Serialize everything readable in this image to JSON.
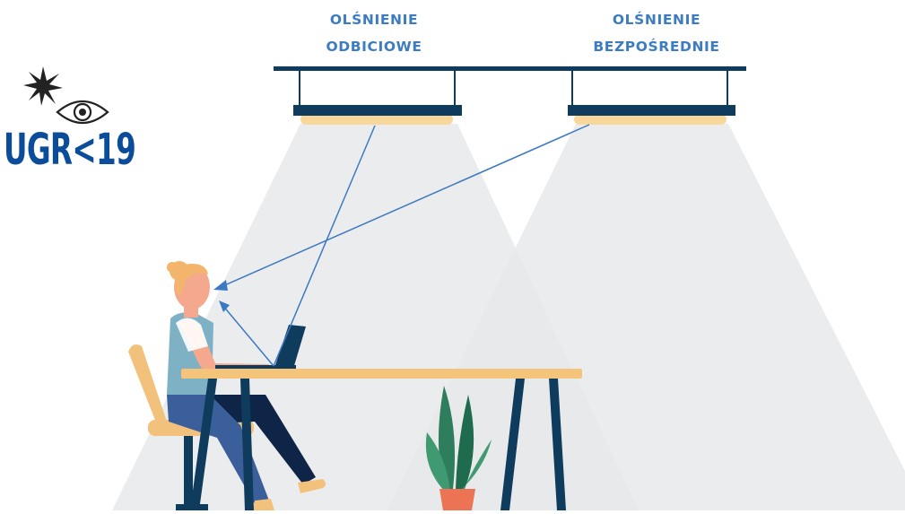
{
  "labels": {
    "reflected_glare": [
      "OLŚNIENIE",
      "ODBICIOWE"
    ],
    "direct_glare": [
      "OLŚNIENIE",
      "BEZPOŚREDNIE"
    ]
  },
  "badge": {
    "text": "UGR<19",
    "icons": [
      "sparkle-icon",
      "eye-icon"
    ]
  },
  "colors": {
    "label_blue": "#3d7cc1",
    "badge_blue": "#0b4d9a",
    "navy": "#0f3b5c",
    "lamp_glow": "#f8d79a",
    "arrow_blue": "#3c78c4",
    "light_cone": "#e8e9ea",
    "skin": "#f4a98e",
    "hair": "#f2b56b",
    "shirt": "#7fb1c5",
    "jeans": "#3a5f9b",
    "dark_pants": "#0f2548",
    "chair_wood": "#f2c27c",
    "desk_top": "#f3c47a",
    "pot": "#ec7455",
    "leaf_green": "#2e7d5d"
  }
}
